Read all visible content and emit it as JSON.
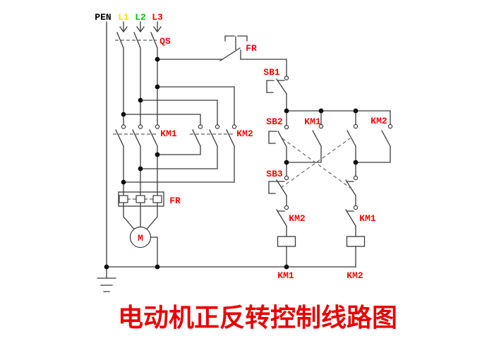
{
  "title": "电动机正反转控制线路图",
  "colors": {
    "wire": "#3a3a3a",
    "label_red": "#ff0000",
    "title_red": "#e80000",
    "l1_yellow": "#f2e400",
    "l2_green": "#00c400",
    "l3_red": "#ff0000",
    "pen_black": "#000000",
    "background": "#ffffff"
  },
  "labels": {
    "pen": "PEN",
    "l1": "L1",
    "l2": "L2",
    "l3": "L3",
    "qs": "QS",
    "fr_contact": "FR",
    "fr_relay": "FR",
    "sb1": "SB1",
    "sb2": "SB2",
    "sb3": "SB3",
    "km1_main": "KM1",
    "km2_main": "KM2",
    "km1_aux": "KM1",
    "km2_aux": "KM2",
    "km2_interlock": "KM2",
    "km1_interlock": "KM1",
    "km1_coil": "KM1",
    "km2_coil": "KM2",
    "motor": "M"
  }
}
